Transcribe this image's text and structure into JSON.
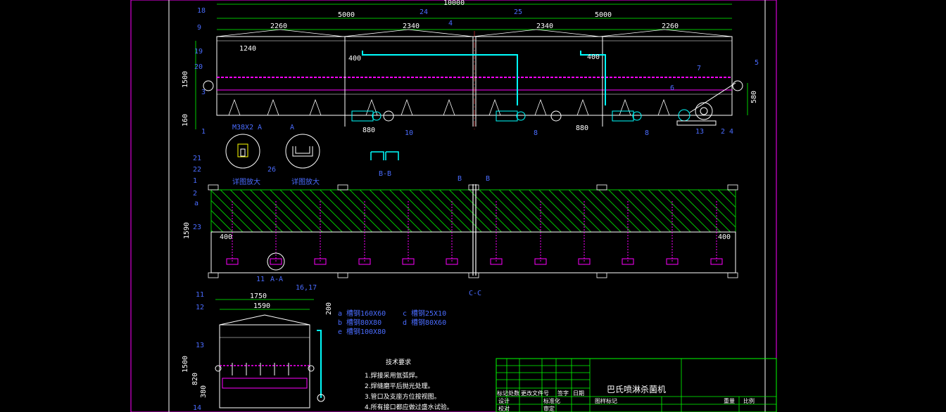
{
  "drawing": {
    "title": "巴氏喷淋杀菌机",
    "colors": {
      "border": "#ff00ff",
      "frame": "#ffffff",
      "dim": "#00ff00",
      "pipe": "#00ffff",
      "hatch": "#00c800",
      "callout": "#4a6cff",
      "center": "#ff3c3c",
      "accent": "#ffff00"
    }
  },
  "top_view": {
    "dims": {
      "overall": "10000",
      "half_left": "5000",
      "half_right": "5000",
      "span1": "2260",
      "span2": "2340",
      "span3": "2340",
      "span4": "2260",
      "sub1": "1240",
      "pipe_a": "400",
      "pipe_b": "400",
      "pump_a": "880",
      "pump_b": "880",
      "height": "1500",
      "foot": "160",
      "right_h": "580"
    },
    "callouts": [
      "18",
      "9",
      "19",
      "20",
      "3",
      "24",
      "25",
      "4",
      "5",
      "7",
      "6",
      "10",
      "8",
      "8",
      "13",
      "2",
      "4",
      "1"
    ]
  },
  "details": {
    "m_label": "M38X2",
    "a_label": "A",
    "a_label2": "A",
    "sec_b": "B-B",
    "item26": "26",
    "circle_left_label": "详图放大",
    "circle_right_label": "详图放大"
  },
  "side_view": {
    "labels": [
      "21",
      "22",
      "1",
      "2",
      "a",
      "23"
    ],
    "dims": {
      "height": "1590",
      "left": "400",
      "right": "400"
    },
    "sec_bmark1": "B",
    "sec_bmark2": "B",
    "aa_label": "A-A",
    "item11": "11",
    "sec_cc": "C-C"
  },
  "end_view": {
    "dims": {
      "w1": "1750",
      "w2": "1590",
      "h_top": "200",
      "h_total": "1500",
      "h_mid": "820",
      "h_bot": "380"
    },
    "callouts": [
      "11",
      "12",
      "13",
      "14",
      "16,17"
    ]
  },
  "legend": [
    {
      "key": "a",
      "text": "槽钢160X60"
    },
    {
      "key": "b",
      "text": "槽钢80X80"
    },
    {
      "key": "e",
      "text": "槽钢100X80"
    },
    {
      "key": "c",
      "text": "槽钢25X10"
    },
    {
      "key": "d",
      "text": "槽钢80X60"
    }
  ],
  "notes": {
    "heading": "技术要求",
    "items": [
      "1.焊接采用氩弧焊。",
      "2.焊缝磨平后抛光处理。",
      "3.管口及支座方位按视图。",
      "4.所有接口都应做过盛水试验。"
    ]
  },
  "title_block": {
    "headers": [
      "标记",
      "处数",
      "更改文件号",
      "签字",
      "日期"
    ],
    "row2": [
      "设计",
      "",
      "标准化"
    ],
    "row3": [
      "校对",
      "",
      "审定"
    ],
    "stage_labels": [
      "图样标记",
      "重量",
      "比例"
    ]
  }
}
